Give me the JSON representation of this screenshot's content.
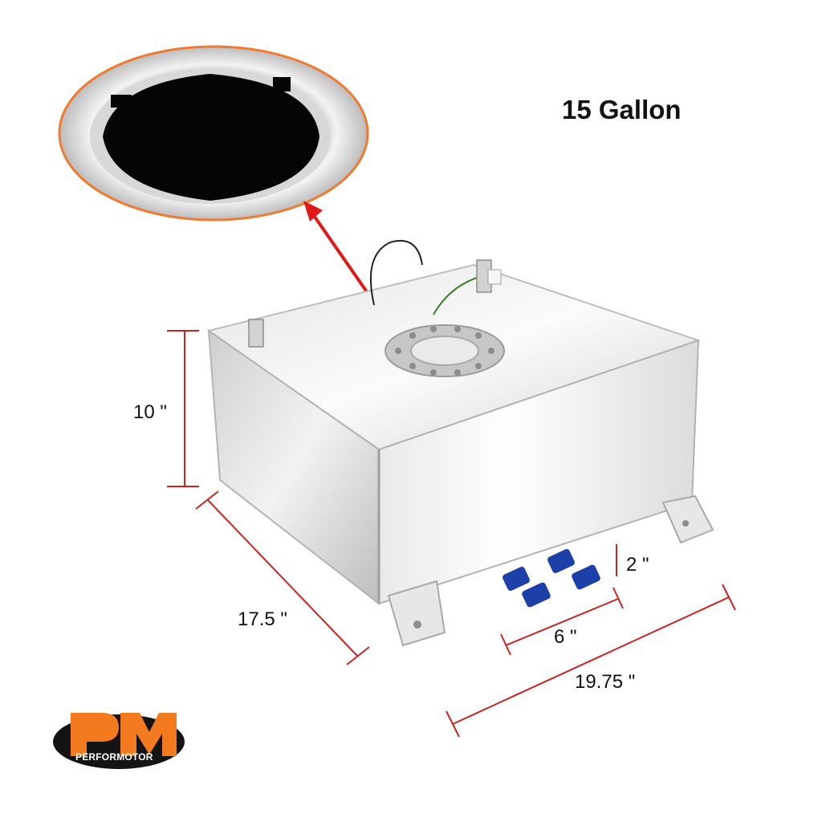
{
  "capacity_label": "15 Gallon",
  "dimensions": {
    "height": "10 \"",
    "depth": "17.5 \"",
    "outlet_height": "2 \"",
    "outlet_spacing": "6 \"",
    "width": "19.75 \""
  },
  "logo": {
    "text": "PERFORMOTOR",
    "mark": "PM",
    "color": "#f47a20"
  },
  "colors": {
    "dimension_line": "#cc2222",
    "callout_arrow": "#e01818",
    "callout_outline": "#f07a30",
    "fitting": "#1d3fa8"
  },
  "icons": [
    "arrow-up-icon"
  ]
}
